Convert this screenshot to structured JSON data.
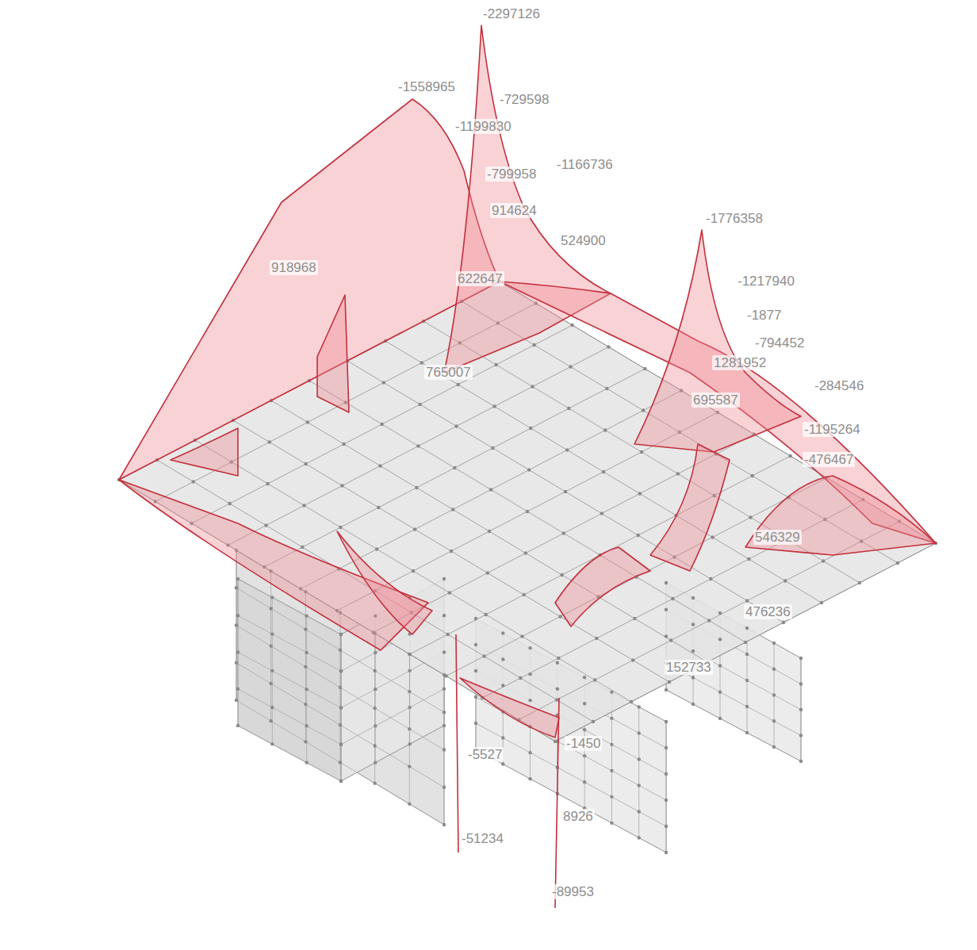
{
  "diagram": {
    "labels": [
      "-2297126",
      "-1558965",
      "-729598",
      "-1199830",
      "-1166736",
      "-799958",
      "914624",
      "-1776358",
      "-1217940",
      "524900",
      "622647",
      "-1877",
      "-794452",
      "1281952",
      "-284546",
      "695587",
      "-1195264",
      "-476467",
      "546329",
      "476236",
      "152733",
      "-5527",
      "8926",
      "-51234",
      "-89953",
      "918968",
      "765007",
      "-1450"
    ]
  }
}
